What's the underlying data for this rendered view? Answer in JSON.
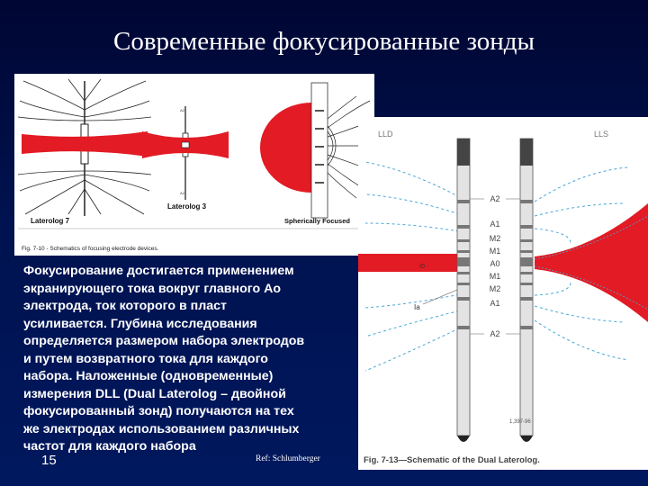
{
  "slide": {
    "title": "Современные фокусированные зонды",
    "body_lines": [
      "Фокусирование достигается применением",
      "экранирующего тока вокруг главного Ao",
      "электрода, ток которого в пласт",
      "усиливается.  Глубина исследования",
      "определяется размером набора электродов",
      "и путем возвратного тока для каждого",
      "набора.   Наложенные (одновременные)",
      "измерения DLL (Dual Laterolog – двойной",
      "фокусированный зонд) получаются на тех",
      "же электродах использованием различных",
      "частот для каждого набора"
    ],
    "page_number": "15",
    "reference": "Ref: Schlumberger"
  },
  "figure_left": {
    "labels": {
      "laterolog7": "Laterolog 7",
      "laterolog3": "Laterolog 3",
      "spherical": "Spherically Focused"
    },
    "caption": "Fig. 7-10 - Schematics of focusing electrode devices.",
    "colors": {
      "current": "#e21b24",
      "lines": "#222222"
    }
  },
  "figure_right": {
    "tool_left": "LLD",
    "tool_right": "LLS",
    "electrodes": [
      "A2",
      "A1",
      "M2",
      "M1",
      "A0",
      "M1",
      "M2",
      "A1",
      "A2"
    ],
    "current_label": "I0",
    "bucking_label": "Ia",
    "tool_number": "1,397-96",
    "caption": "Fig. 7-13—Schematic of the Dual Laterolog.",
    "colors": {
      "current": "#e21b24",
      "flow_lines": "#4aa8d8",
      "tool": "#dddddd"
    }
  }
}
